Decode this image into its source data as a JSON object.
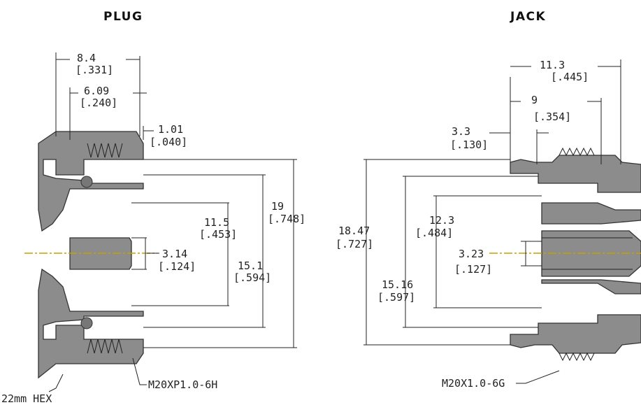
{
  "headings": {
    "plug": "PLUG",
    "jack": "JACK"
  },
  "plug": {
    "dims": {
      "d1": "8.4",
      "d1_in": "[.331]",
      "d2": "6.09",
      "d2_in": "[.240]",
      "d3": "1.01",
      "d3_in": "[.040]",
      "d4": "11.5",
      "d4_in": "[.453]",
      "d5": "19",
      "d5_in": "[.748]",
      "d6": "3.14",
      "d6_in": "[.124]",
      "d7": "15.1",
      "d7_in": "[.594]"
    },
    "hex_label": "22mm HEX",
    "thread_label": "M20XP1.0-6H"
  },
  "jack": {
    "dims": {
      "d1": "11.3",
      "d1_in": "[.445]",
      "d2": "9",
      "d2_in": "[.354]",
      "d3": "3.3",
      "d3_in": "[.130]",
      "d4": "18.47",
      "d4_in": "[.727]",
      "d5": "12.3",
      "d5_in": "[.484]",
      "d6": "3.23",
      "d6_in": "[.127]",
      "d7": "15.16",
      "d7_in": "[.597]"
    },
    "thread_label": "M20X1.0-6G"
  },
  "colors": {
    "hatch": "#8c8c8c",
    "line": "#222222",
    "centerline": "#c8a000"
  }
}
